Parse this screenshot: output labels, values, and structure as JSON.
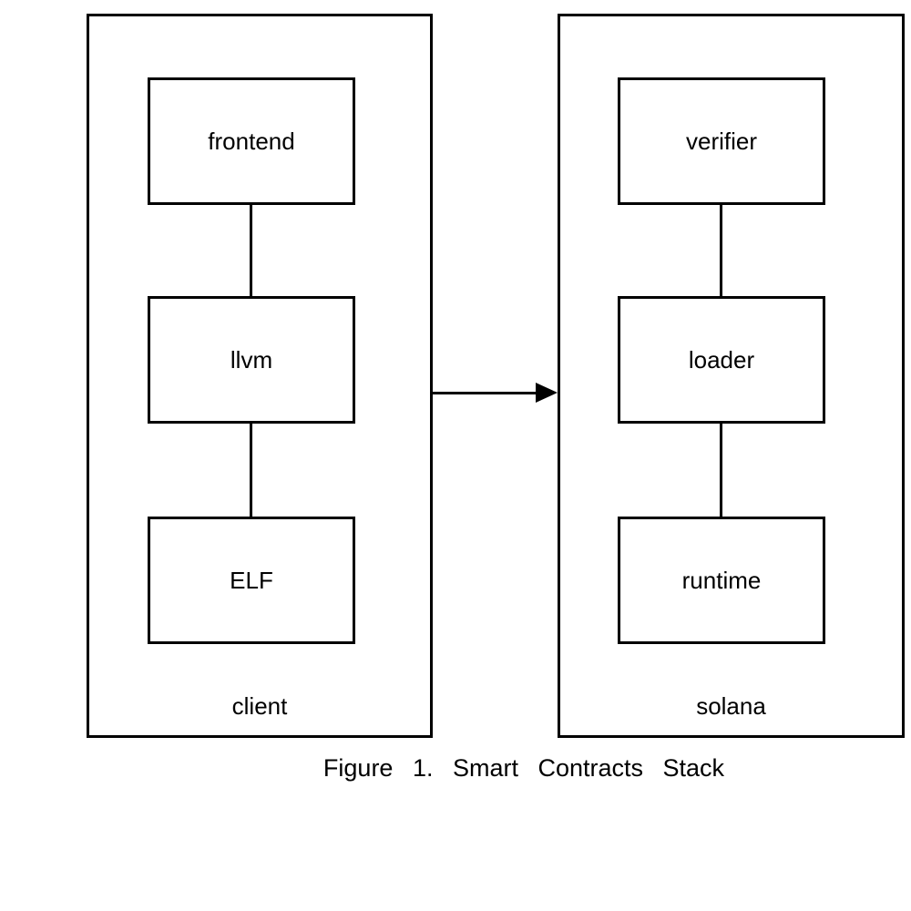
{
  "diagram": {
    "left_container": {
      "label": "client",
      "boxes": [
        "frontend",
        "llvm",
        "ELF"
      ]
    },
    "right_container": {
      "label": "solana",
      "boxes": [
        "verifier",
        "loader",
        "runtime"
      ]
    },
    "arrow": {
      "direction": "left-to-right"
    },
    "caption": "Figure 1. Smart Contracts Stack",
    "colors": {
      "line": "#000000",
      "background": "#ffffff"
    }
  }
}
